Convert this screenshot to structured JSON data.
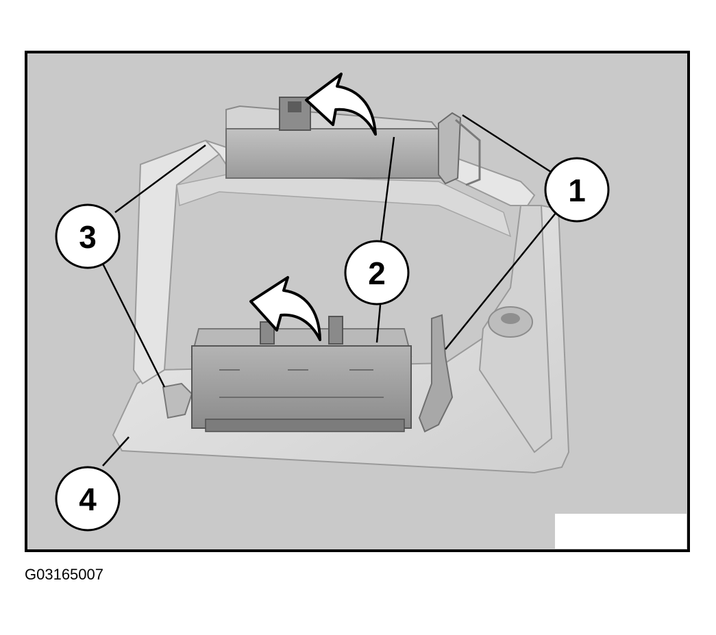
{
  "figure": {
    "callouts": [
      {
        "id": "1",
        "label": "1"
      },
      {
        "id": "2",
        "label": "2"
      },
      {
        "id": "3",
        "label": "3"
      },
      {
        "id": "4",
        "label": "4"
      }
    ],
    "code": "G03165007"
  },
  "colors": {
    "photo_background": "#c9c9c9",
    "frame_border": "#000000",
    "component_body": "#9c9c9c",
    "bracket_light": "#dedede",
    "arrow_fill": "#ffffff"
  }
}
